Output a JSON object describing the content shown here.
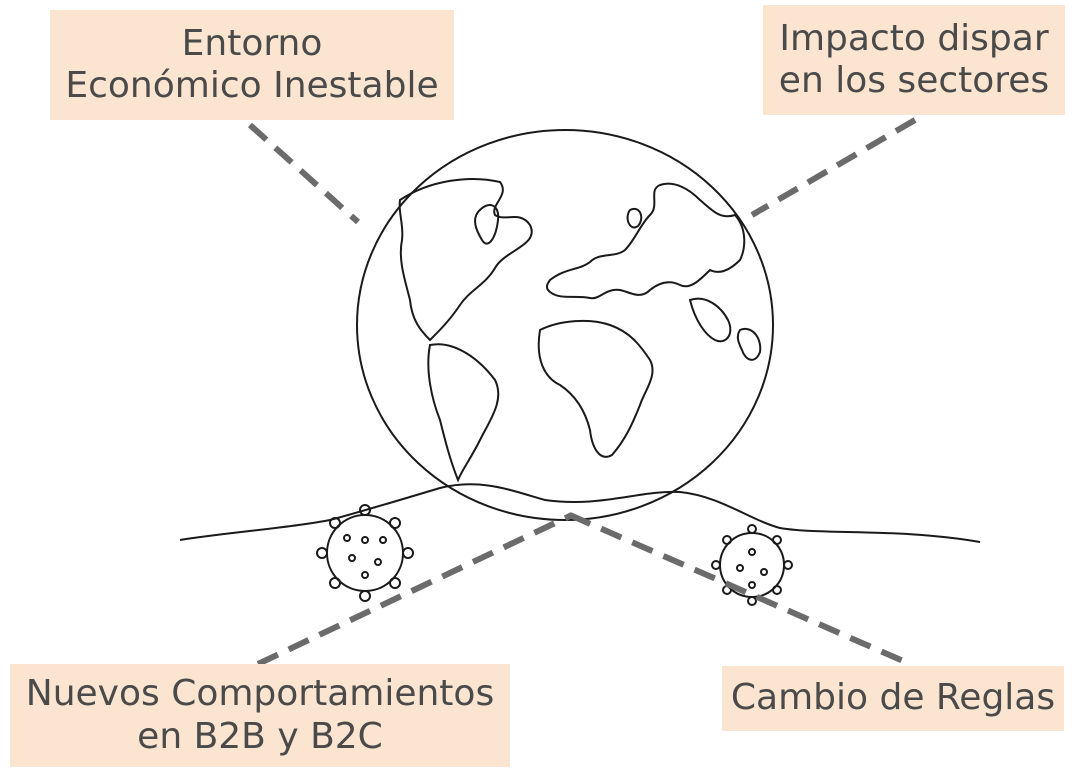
{
  "labels": {
    "top_left": {
      "line1": "Entorno",
      "line2": "Económico Inestable"
    },
    "top_right": {
      "line1": "Impacto dispar",
      "line2": "en los sectores"
    },
    "bottom_left": {
      "line1": "Nuevos Comportamientos",
      "line2": "en B2B y B2C"
    },
    "bottom_right": {
      "line1": "Cambio de Reglas"
    }
  },
  "colors": {
    "label_bg": "#fbe5d0",
    "label_text": "#4a4a4a",
    "connector": "#6b6b6b",
    "drawing": "#1a1a1a"
  },
  "icons": [
    "globe-line-drawing-icon",
    "virus-left-icon",
    "virus-right-icon"
  ]
}
